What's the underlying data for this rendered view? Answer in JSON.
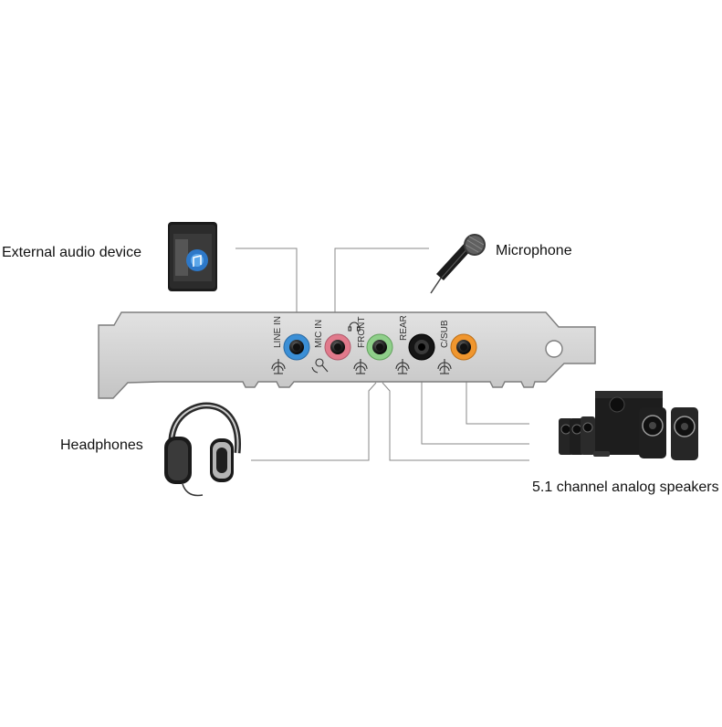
{
  "devices": {
    "external_audio": "External audio device",
    "microphone": "Microphone",
    "headphones": "Headphones",
    "speakers": "5.1 channel analog speakers"
  },
  "ports": [
    {
      "label": "LINE IN",
      "color": "#3b8fd6"
    },
    {
      "label": "MIC IN",
      "color": "#e17a8c"
    },
    {
      "label": "FRONT",
      "color": "#8fcf8a"
    },
    {
      "label": "REAR",
      "color": "#151515"
    },
    {
      "label": "C/SUB",
      "color": "#f0962e"
    }
  ],
  "colors": {
    "bracket": "#c9c9c9",
    "bracket_edge": "#7d7d7d",
    "connector_line": "#8a8a8a"
  }
}
